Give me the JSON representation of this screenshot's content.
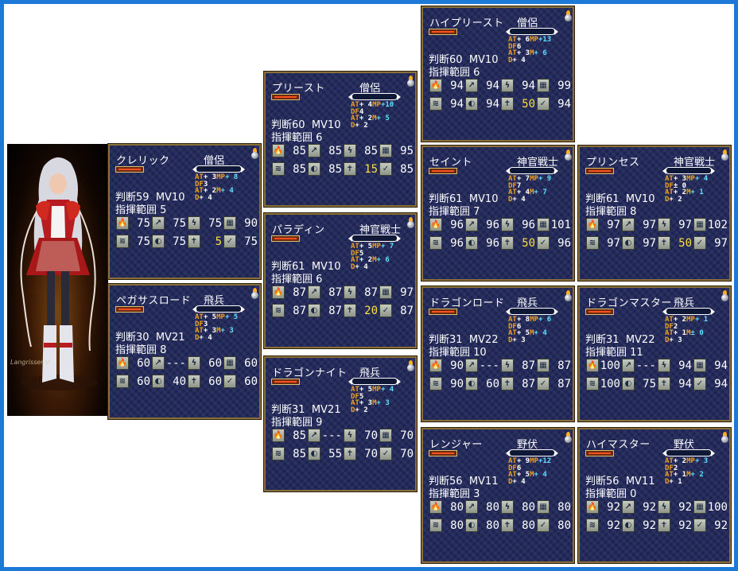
{
  "colors": {
    "border_accent": "#1c7ad6",
    "panel_bg": "#232a5c",
    "panel_frame": "#8a7038",
    "label_orange": "#f0a020",
    "mp_cyan": "#60e0ff",
    "highlight_yellow": "#ffe040"
  },
  "portrait": {
    "signature": "Langrisser V"
  },
  "cards": [
    {
      "id": "cleric",
      "name": "クレリック",
      "role": "僧侶",
      "handan": "判断59",
      "mv": "MV10",
      "range_label": "指揮範囲",
      "range": "5",
      "mods": {
        "at": "+ 3",
        "df": "3",
        "at2": "+ 2",
        "dplus": "+ 4",
        "mp": "+ 8",
        "mt": "+ 4"
      },
      "row1": [
        "75",
        "75",
        "75",
        "90"
      ],
      "row2": [
        "75",
        "75",
        "5",
        "75"
      ],
      "hl": "5"
    },
    {
      "id": "pegasuslord",
      "name": "ペガサスロード",
      "role": "飛兵",
      "handan": "判断30",
      "mv": "MV21",
      "range_label": "指揮範囲",
      "range": "8",
      "mods": {
        "at": "+ 5",
        "df": "3",
        "at2": "+ 3",
        "dplus": "+ 4",
        "mp": "+ 5",
        "mt": "+ 3"
      },
      "row1": [
        "60",
        "---",
        "60",
        "60"
      ],
      "row2": [
        "60",
        "40",
        "60",
        "60"
      ],
      "hl": ""
    },
    {
      "id": "priest",
      "name": "プリースト",
      "role": "僧侶",
      "handan": "判断60",
      "mv": "MV10",
      "range_label": "指揮範囲",
      "range": "6",
      "mods": {
        "at": "+ 4",
        "df": "4",
        "at2": "+ 2",
        "dplus": "+ 2",
        "mp": "+10",
        "mt": "+ 5"
      },
      "row1": [
        "85",
        "85",
        "85",
        "95"
      ],
      "row2": [
        "85",
        "85",
        "15",
        "85"
      ],
      "hl": "15"
    },
    {
      "id": "paladin",
      "name": "パラディン",
      "role": "神官戦士",
      "handan": "判断61",
      "mv": "MV10",
      "range_label": "指揮範囲",
      "range": "6",
      "mods": {
        "at": "+ 5",
        "df": "5",
        "at2": "+ 2",
        "dplus": "+ 4",
        "mp": "+ 7",
        "mt": "+ 6"
      },
      "row1": [
        "87",
        "87",
        "87",
        "97"
      ],
      "row2": [
        "87",
        "87",
        "20",
        "87"
      ],
      "hl": "20"
    },
    {
      "id": "dragonknight",
      "name": "ドラゴンナイト",
      "role": "飛兵",
      "handan": "判断31",
      "mv": "MV21",
      "range_label": "指揮範囲",
      "range": "9",
      "mods": {
        "at": "+ 5",
        "df": "5",
        "at2": "+ 3",
        "dplus": "+ 2",
        "mp": "+ 4",
        "mt": "+ 3"
      },
      "row1": [
        "85",
        "---",
        "70",
        "70"
      ],
      "row2": [
        "85",
        "55",
        "70",
        "70"
      ],
      "hl": ""
    },
    {
      "id": "highpriest",
      "name": "ハイプリースト",
      "role": "僧侶",
      "handan": "判断60",
      "mv": "MV10",
      "range_label": "指揮範囲",
      "range": "6",
      "mods": {
        "at": "+ 6",
        "df": "6",
        "at2": "+ 3",
        "dplus": "+ 4",
        "mp": "+13",
        "mt": "+ 6"
      },
      "row1": [
        "94",
        "94",
        "94",
        "99"
      ],
      "row2": [
        "94",
        "94",
        "50",
        "94"
      ],
      "hl": "50"
    },
    {
      "id": "saint",
      "name": "セイント",
      "role": "神官戦士",
      "handan": "判断61",
      "mv": "MV10",
      "range_label": "指揮範囲",
      "range": "7",
      "mods": {
        "at": "+ 7",
        "df": "7",
        "at2": "+ 4",
        "dplus": "+ 4",
        "mp": "+ 9",
        "mt": "+ 7"
      },
      "row1": [
        "96",
        "96",
        "96",
        "101"
      ],
      "row2": [
        "96",
        "96",
        "50",
        "96"
      ],
      "hl": "50"
    },
    {
      "id": "dragonlord",
      "name": "ドラゴンロード",
      "role": "飛兵",
      "handan": "判断31",
      "mv": "MV22",
      "range_label": "指揮範囲",
      "range": "10",
      "mods": {
        "at": "+ 8",
        "df": "6",
        "at2": "+ 5",
        "dplus": "+ 3",
        "mp": "+ 6",
        "mt": "+ 4"
      },
      "row1": [
        "90",
        "---",
        "87",
        "87"
      ],
      "row2": [
        "90",
        "60",
        "87",
        "87"
      ],
      "hl": ""
    },
    {
      "id": "ranger",
      "name": "レンジャー",
      "role": "野伏",
      "handan": "判断56",
      "mv": "MV11",
      "range_label": "指揮範囲",
      "range": "3",
      "mods": {
        "at": "+ 9",
        "df": "6",
        "at2": "+ 5",
        "dplus": "+ 4",
        "mp": "+12",
        "mt": "+ 4"
      },
      "row1": [
        "80",
        "80",
        "80",
        "80"
      ],
      "row2": [
        "80",
        "80",
        "80",
        "80"
      ],
      "hl": ""
    },
    {
      "id": "princess",
      "name": "プリンセス",
      "role": "神官戦士",
      "handan": "判断61",
      "mv": "MV10",
      "range_label": "指揮範囲",
      "range": "8",
      "mods": {
        "at": "+ 3",
        "df": "± 0",
        "at2": "+ 2",
        "dplus": "+ 2",
        "mp": "+ 4",
        "mt": "+ 1"
      },
      "row1": [
        "97",
        "97",
        "97",
        "102"
      ],
      "row2": [
        "97",
        "97",
        "50",
        "97"
      ],
      "hl": "50"
    },
    {
      "id": "dragonmaster",
      "name": "ドラゴンマスター",
      "role": "飛兵",
      "handan": "判断31",
      "mv": "MV22",
      "range_label": "指揮範囲",
      "range": "11",
      "mods": {
        "at": "+ 2",
        "df": "2",
        "at2": "+ 1",
        "dplus": "+ 3",
        "mp": "+ 1",
        "mt": "± 0"
      },
      "row1": [
        "100",
        "---",
        "94",
        "94"
      ],
      "row2": [
        "100",
        "75",
        "94",
        "94"
      ],
      "hl": ""
    },
    {
      "id": "highmaster",
      "name": "ハイマスター",
      "role": "野伏",
      "handan": "判断56",
      "mv": "MV11",
      "range_label": "指揮範囲",
      "range": "0",
      "mods": {
        "at": "+ 2",
        "df": "2",
        "at2": "+ 1",
        "dplus": "+ 1",
        "mp": "+ 3",
        "mt": "+ 2"
      },
      "row1": [
        "92",
        "92",
        "92",
        "100"
      ],
      "row2": [
        "92",
        "92",
        "92",
        "92"
      ],
      "hl": ""
    }
  ],
  "stat_icons": {
    "row1": [
      "fire-icon",
      "charge-icon",
      "lightning-icon",
      "block-icon"
    ],
    "row2": [
      "wind-icon",
      "cycle-icon",
      "cross-icon",
      "shield-icon"
    ]
  }
}
